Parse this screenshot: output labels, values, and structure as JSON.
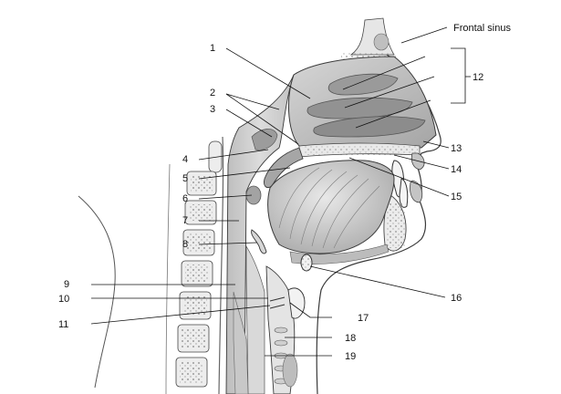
{
  "figure": {
    "labels": {
      "l1": "1",
      "l2": "2",
      "l3": "3",
      "l4": "4",
      "l5": "5",
      "l6": "6",
      "l7": "7",
      "l8": "8",
      "l9": "9",
      "l10": "10",
      "l11": "11",
      "l12": "12",
      "l13": "13",
      "l14": "14",
      "l15": "15",
      "l16": "16",
      "l17": "17",
      "l18": "18",
      "l19": "19",
      "frontal_sinus": "Frontal sinus"
    },
    "colors": {
      "tissue": "#c9c9c9",
      "tissue_light": "#e3e3e3",
      "tissue_dark": "#8c8c8c",
      "bone": "#efefef",
      "airway": "#ffffff",
      "outline": "#3a3a3a"
    }
  }
}
